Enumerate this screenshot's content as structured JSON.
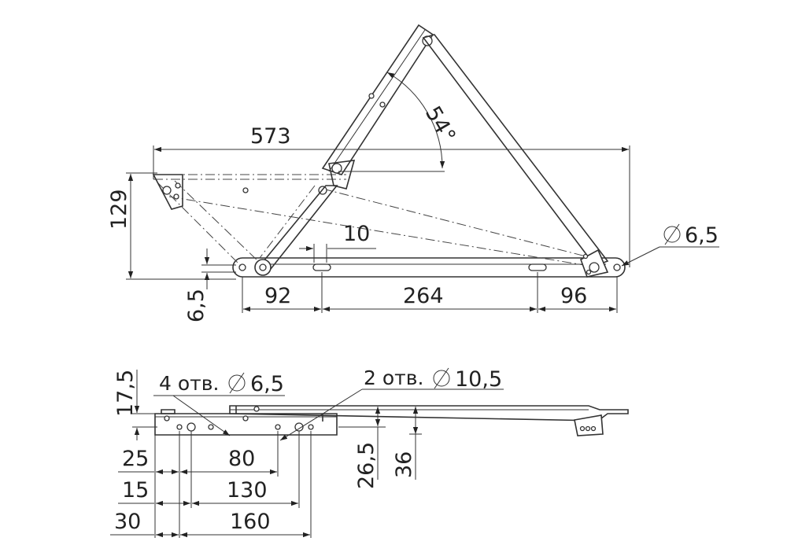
{
  "side_view": {
    "overall_length": "573",
    "height": "129",
    "angle": "54°",
    "slot_width": "10",
    "hole_dia": "6,5",
    "thickness": "6,5",
    "segment_left": "92",
    "segment_mid": "264",
    "segment_right": "96"
  },
  "top_view": {
    "holes_small_label": "4 отв.",
    "holes_small_dia": "6,5",
    "holes_large_label": "2 отв.",
    "holes_large_dia": "10,5",
    "height_bracket": "17,5",
    "height_inner": "26,5",
    "height_outer": "36",
    "row1_left": "25",
    "row1_right": "80",
    "row2_left": "15",
    "row2_right": "130",
    "row3_left": "30",
    "row3_right": "160"
  }
}
